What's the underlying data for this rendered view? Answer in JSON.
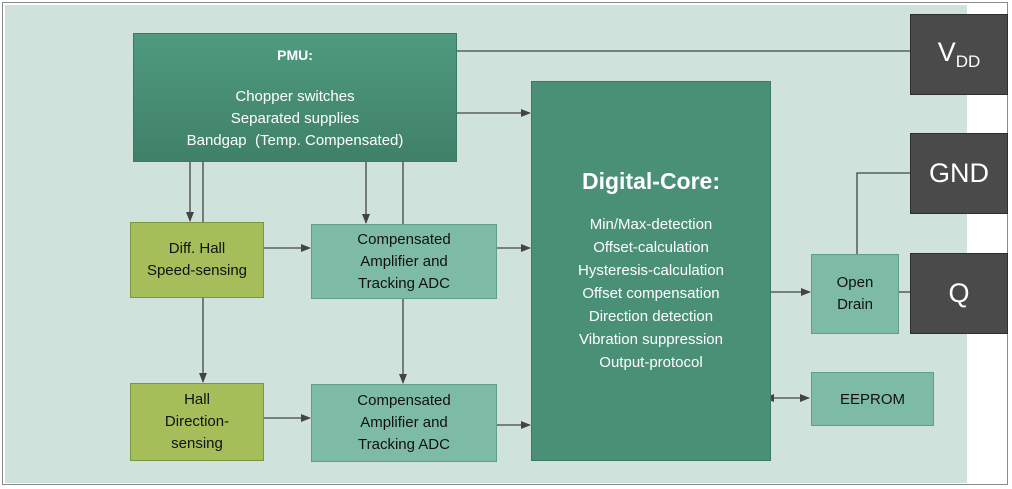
{
  "pmu": {
    "title": "PMU:",
    "lines": [
      "Chopper switches",
      "Separated supplies",
      "Bandgap  (Temp. Compensated)"
    ]
  },
  "digital_core": {
    "title": "Digital-Core:",
    "items": [
      "Min/Max-detection",
      "Offset-calculation",
      "Hysteresis-calculation",
      "Offset compensation",
      "Direction detection",
      "Vibration suppression",
      "Output-protocol"
    ]
  },
  "amplifier_top": {
    "lines": [
      "Compensated",
      "Amplifier and",
      "Tracking ADC"
    ]
  },
  "amplifier_bottom": {
    "lines": [
      "Compensated",
      "Amplifier and",
      "Tracking ADC"
    ]
  },
  "speed_sensing": {
    "lines": [
      "Diff. Hall",
      "Speed-sensing"
    ]
  },
  "direction_sensing": {
    "lines": [
      "Hall",
      "Direction-",
      "sensing"
    ]
  },
  "open_drain": {
    "lines": [
      "Open",
      "Drain"
    ]
  },
  "eeprom": {
    "label": "EEPROM"
  },
  "pins": {
    "vdd_main": "V",
    "vdd_sub": "DD",
    "gnd": "GND",
    "q": "Q"
  },
  "colors": {
    "background": "#cfe3dc",
    "pmu": "#468c73",
    "core": "#4a9077",
    "amplifier": "#7dbba6",
    "sensing": "#a6be5a",
    "pin": "#4a4a4a",
    "wire": "#444444"
  }
}
